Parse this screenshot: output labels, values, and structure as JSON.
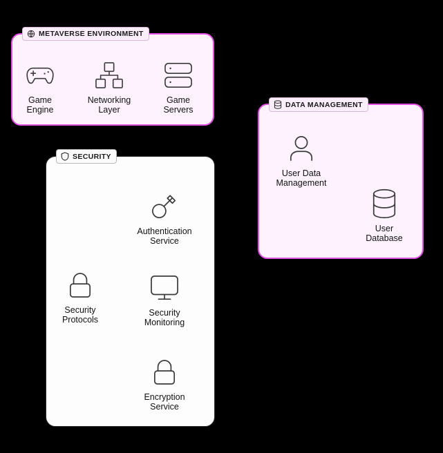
{
  "diagram": {
    "background": "#000000",
    "accent": "#e250e2",
    "stroke": "#3a3a3a",
    "groups": [
      {
        "id": "metaverse",
        "title": "METAVERSE ENVIRONMENT",
        "icon": "globe-icon",
        "nodes": [
          {
            "id": "game-engine",
            "icon": "gamepad-icon",
            "label": "Game\nEngine"
          },
          {
            "id": "networking-layer",
            "icon": "network-icon",
            "label": "Networking\nLayer"
          },
          {
            "id": "game-servers",
            "icon": "servers-icon",
            "label": "Game\nServers"
          }
        ]
      },
      {
        "id": "security",
        "title": "SECURITY",
        "icon": "shield-icon",
        "nodes": [
          {
            "id": "security-protocols",
            "icon": "lock-icon",
            "label": "Security\nProtocols"
          },
          {
            "id": "authentication-service",
            "icon": "key-icon",
            "label": "Authentication\nService"
          },
          {
            "id": "security-monitoring",
            "icon": "monitor-icon",
            "label": "Security\nMonitoring"
          },
          {
            "id": "encryption-service",
            "icon": "lock-icon",
            "label": "Encryption\nService"
          }
        ]
      },
      {
        "id": "data-management",
        "title": "DATA MANAGEMENT",
        "icon": "database-icon",
        "nodes": [
          {
            "id": "user-data-management",
            "icon": "user-icon",
            "label": "User Data\nManagement"
          },
          {
            "id": "user-database",
            "icon": "database-icon",
            "label": "User\nDatabase"
          }
        ]
      }
    ],
    "connections": [
      {
        "from": "game-engine",
        "to": "networking-layer"
      },
      {
        "from": "networking-layer",
        "to": "game-servers"
      },
      {
        "from": "game-servers",
        "to": "user-data-management"
      },
      {
        "from": "security-protocols",
        "to": "authentication-service"
      },
      {
        "from": "security-protocols",
        "to": "security-monitoring"
      },
      {
        "from": "security-protocols",
        "to": "encryption-service"
      },
      {
        "from": "authentication-service",
        "to": "user-database"
      },
      {
        "from": "security-monitoring",
        "to": "user-database"
      },
      {
        "from": "encryption-service",
        "to": "user-database"
      },
      {
        "from": "user-data-management",
        "to": "user-database"
      }
    ]
  }
}
